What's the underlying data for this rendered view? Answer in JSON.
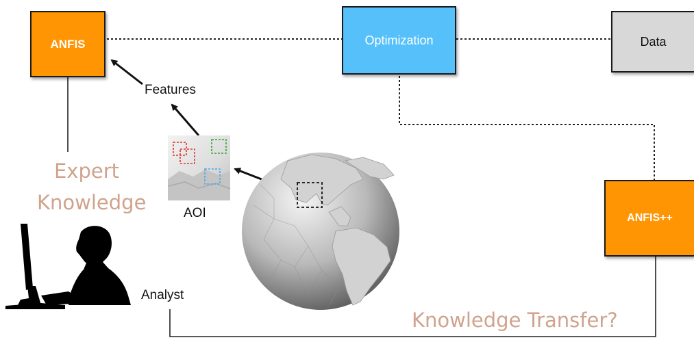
{
  "nodes": {
    "anfis": "ANFIS",
    "optimization": "Optimization",
    "data": "Data",
    "anfis_pp": "ANFIS++"
  },
  "labels": {
    "features": "Features",
    "aoi": "AOI",
    "analyst": "Analyst",
    "expert_line1": "Expert",
    "expert_line2": "Knowledge",
    "knowledge_transfer": "Knowledge Transfer?"
  },
  "colors": {
    "anfis": "#ff9502",
    "optimization": "#56c0fb",
    "data": "#d8d8d8",
    "anfis_pp": "#ff9502",
    "handwritten_text": "#cfa38c",
    "aoi_box_red": "#e0342c",
    "aoi_box_green": "#2da82d",
    "aoi_box_blue": "#4aa8e8"
  },
  "icons": {
    "analyst": "person-at-computer-silhouette-icon",
    "globe": "low-poly-globe-americas-icon",
    "aoi": "aoi-satellite-thumbnail-icon"
  }
}
